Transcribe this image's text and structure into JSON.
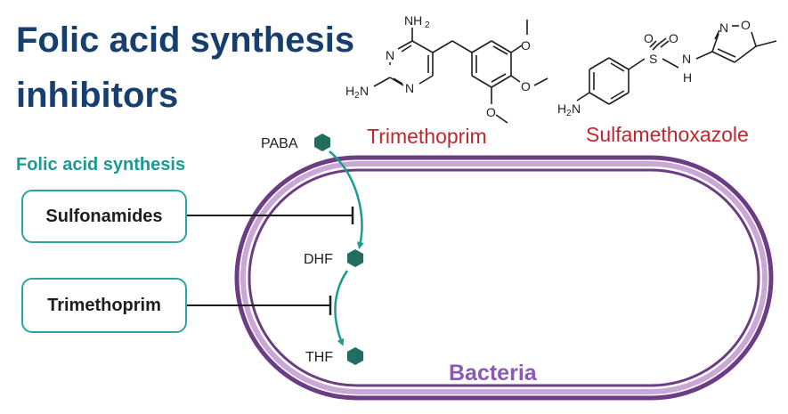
{
  "title_line1": "Folic acid synthesis",
  "title_line2": "inhibitors",
  "section_label": "Folic acid synthesis",
  "inhibitors": [
    {
      "label": "Sulfonamides"
    },
    {
      "label": "Trimethoprim"
    }
  ],
  "pathway": {
    "metabolites": [
      "PABA",
      "DHF",
      "THF"
    ]
  },
  "container_label": "Bacteria",
  "structures": {
    "trimethoprim": {
      "name": "Trimethoprim",
      "atoms": {
        "nh2_top": "NH",
        "nh2_top_sub": "2",
        "h2n_left": "H",
        "h2n_left_sub": "2",
        "h2n_left_n": "N",
        "n1": "N",
        "n2": "N",
        "o1": "O",
        "o2": "O",
        "o3": "O"
      }
    },
    "sulfamethoxazole": {
      "name": "Sulfamethoxazole",
      "atoms": {
        "h2n": "H",
        "h2n_sub": "2",
        "h2n_n": "N",
        "s": "S",
        "o1": "O",
        "o2": "O",
        "nh_n": "N",
        "nh_h": "H",
        "ring_n": "N",
        "ring_o": "O"
      }
    }
  },
  "colors": {
    "title": "#163e6e",
    "teal": "#1a9a93",
    "hexagon": "#1f6e60",
    "drug_name": "#c0262d",
    "membrane": "#7b4a92",
    "bacteria_label": "#8a58b5"
  }
}
